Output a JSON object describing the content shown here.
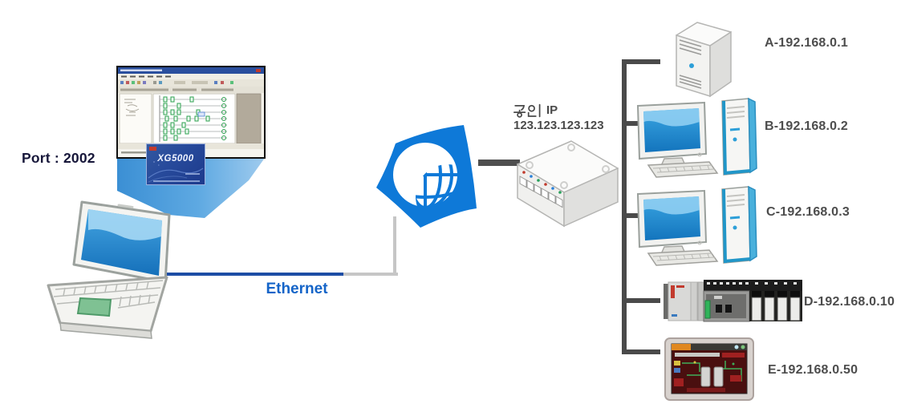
{
  "diagram": {
    "pc": {
      "port_label": "Port : 2002",
      "software_name": "XG5000"
    },
    "link": {
      "ethernet_label": "Ethernet"
    },
    "router": {
      "label_korean": "공인",
      "label_latin": "IP",
      "full_label": "공인IP",
      "address": "123.123.123.123"
    },
    "devices": [
      {
        "id": "A",
        "label": "A-192.168.0.1",
        "type": "server"
      },
      {
        "id": "B",
        "label": "B-192.168.0.2",
        "type": "desktop-pc"
      },
      {
        "id": "C",
        "label": "C-192.168.0.3",
        "type": "desktop-pc"
      },
      {
        "id": "D",
        "label": "D-192.168.0.10",
        "type": "plc-rack"
      },
      {
        "id": "E",
        "label": "E-192.168.0.50",
        "type": "hmi-touch-panel"
      }
    ],
    "colors": {
      "ethernet_line": "#1d4da5",
      "ethernet_text": "#1464c8",
      "bus_line": "#4a4a4a",
      "globe_blue": "#0e79d8",
      "beam_blue": "#3b8fd4",
      "screen_blue": "#2196d6",
      "trackpad_green": "#7fc193",
      "device_label_text": "#4d4d4d"
    }
  }
}
